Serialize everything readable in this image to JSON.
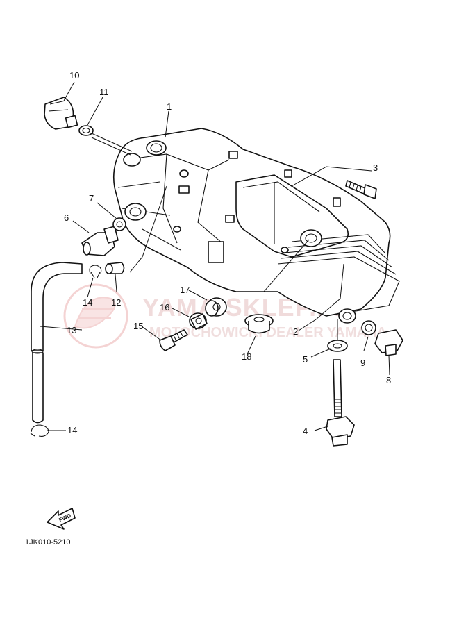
{
  "diagram": {
    "part_code": "1JK010-5210",
    "fwd_label": "FWD",
    "callouts": {
      "c1": "1",
      "c2": "2",
      "c3": "3",
      "c4": "4",
      "c5": "5",
      "c6": "6",
      "c7": "7",
      "c8": "8",
      "c9": "9",
      "c10": "10",
      "c11": "11",
      "c12": "12",
      "c13": "13",
      "c14a": "14",
      "c14b": "14",
      "c15": "15",
      "c16": "16",
      "c17": "17",
      "c18": "18"
    }
  },
  "watermark": {
    "title": "YAMA-SKLEP.PL",
    "subtitle": "MOTOCHOWICKI DEALER YAMAHA",
    "color": "#e8a0a0"
  }
}
